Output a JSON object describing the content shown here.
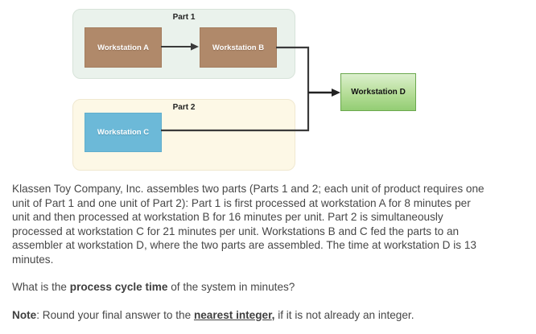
{
  "diagram": {
    "part1_label": "Part 1",
    "part2_label": "Part 2",
    "workstation_a": "Workstation A",
    "workstation_b": "Workstation B",
    "workstation_c": "Workstation C",
    "workstation_d": "Workstation D",
    "colors": {
      "part1_background": "#eaf2ec",
      "part2_background": "#fdf8e6",
      "workstation_ab_fill": "#b0896a",
      "workstation_c_fill": "#6cb9d8",
      "workstation_d_fill_top": "#dcf0ce",
      "workstation_d_fill_bottom": "#93cd74",
      "workstation_d_border": "#6ba84e",
      "connector": "#3a3a3a"
    }
  },
  "problem": {
    "paragraph": "Klassen Toy Company, Inc. assembles two parts (Parts 1 and 2; each unit of product requires one unit of Part 1 and one unit of Part 2): Part 1 is first processed at workstation A for 8 minutes per unit and then processed at workstation B for 16 minutes per unit. Part 2 is simultaneously processed at workstation C for 21 minutes per unit. Workstations B and C fed the parts to an assembler at workstation D, where the two parts are assembled. The time at workstation D is 13 minutes.",
    "question": {
      "prefix": "What is the ",
      "emphasis": "process cycle time",
      "suffix": " of the system in minutes?"
    },
    "note": {
      "label": "Note",
      "mid": ": Round your final answer to the ",
      "emphasis": "nearest integer",
      "comma": ",",
      "suffix": " if it is not already an integer."
    }
  }
}
